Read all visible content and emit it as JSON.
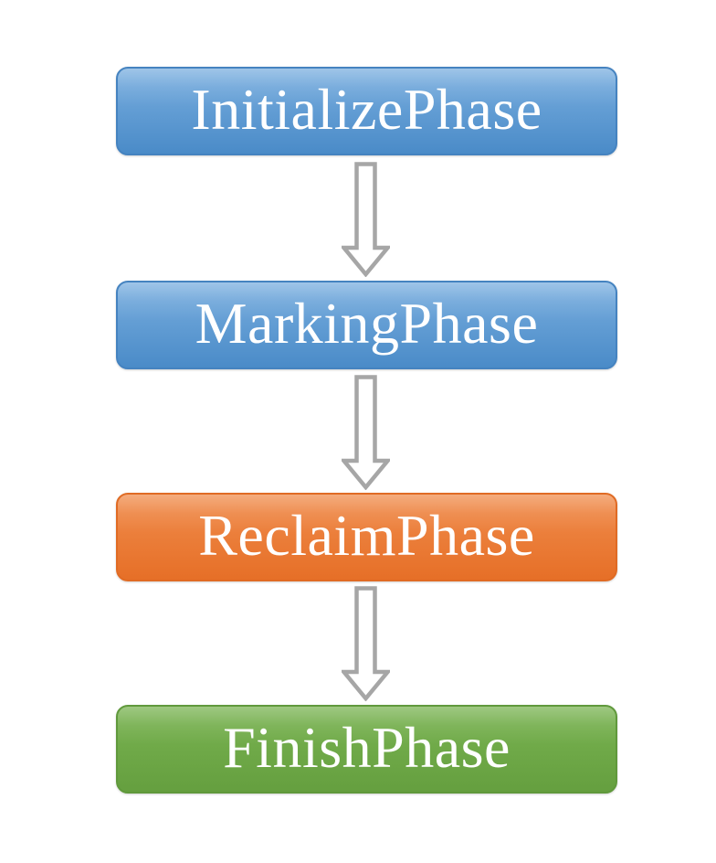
{
  "diagram": {
    "type": "flowchart",
    "background": "#FFFFFF",
    "text_color": "#FFFFFF",
    "arrow_color": "#A6A6A6",
    "nodes": [
      {
        "id": "initialize-phase",
        "label": "InitializePhase",
        "fill_top": "#79AEDF",
        "fill_bottom": "#4A8BC8",
        "border": "#4583C0"
      },
      {
        "id": "marking-phase",
        "label": "MarkingPhase",
        "fill_top": "#79AEDF",
        "fill_bottom": "#4A8BC8",
        "border": "#4583C0"
      },
      {
        "id": "reclaim-phase",
        "label": "ReclaimPhase",
        "fill_top": "#F08C4C",
        "fill_bottom": "#E66F27",
        "border": "#E06B24"
      },
      {
        "id": "finish-phase",
        "label": "FinishPhase",
        "fill_top": "#79B351",
        "fill_bottom": "#659F3F",
        "border": "#60993C"
      }
    ],
    "connectors": [
      {
        "from": "InitializePhase",
        "to": "MarkingPhase",
        "direction": "down"
      },
      {
        "from": "MarkingPhase",
        "to": "ReclaimPhase",
        "direction": "down"
      },
      {
        "from": "ReclaimPhase",
        "to": "FinishPhase",
        "direction": "down"
      }
    ]
  }
}
